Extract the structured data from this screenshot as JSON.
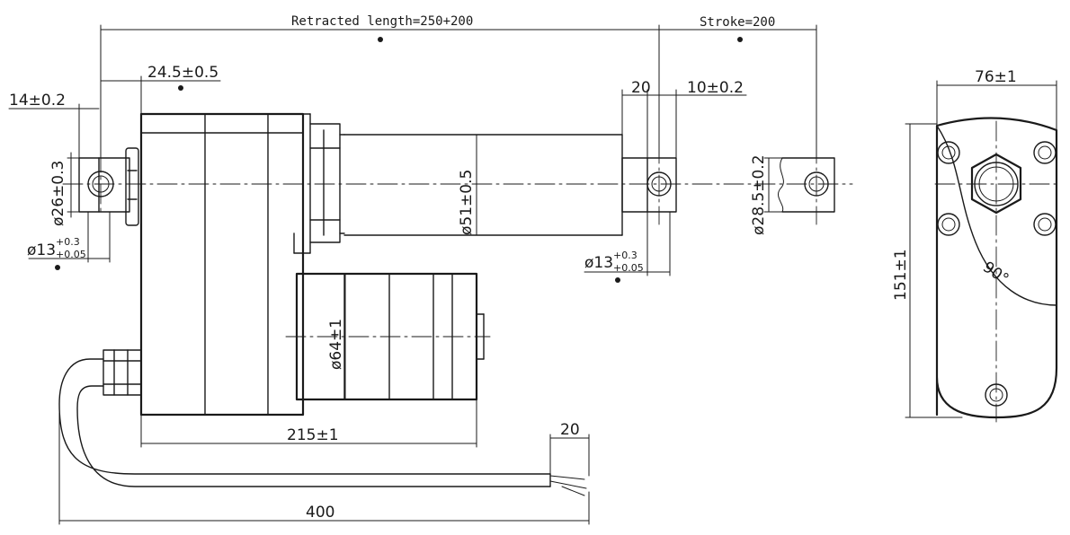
{
  "dimensions": {
    "retracted_length": "Retracted length=250+200",
    "stroke": "Stroke=200",
    "rear_offset": "24.5±0.5",
    "clevis_width": "14±0.2",
    "rear_clevis_dia": "ø26±0.3",
    "rear_hole_base": "ø13",
    "rear_hole_upper": "+0.3",
    "rear_hole_lower": "+0.05",
    "front_width": "20",
    "front_slot": "10±0.2",
    "tube_dia": "ø51±0.5",
    "rod_end_dia": "ø28.5±0.2",
    "front_hole_base": "ø13",
    "front_hole_upper": "+0.3",
    "front_hole_lower": "+0.05",
    "motor_dia": "ø64±1",
    "body_length": "215±1",
    "cable_end": "20",
    "cable_length": "400",
    "side_width": "76±1",
    "side_height": "151±1",
    "angle": "90°"
  }
}
